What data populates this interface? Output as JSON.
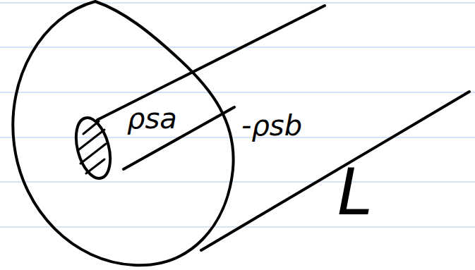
{
  "diagram": {
    "labels": [
      "ρsa",
      "-ρsb",
      "L"
    ]
  }
}
